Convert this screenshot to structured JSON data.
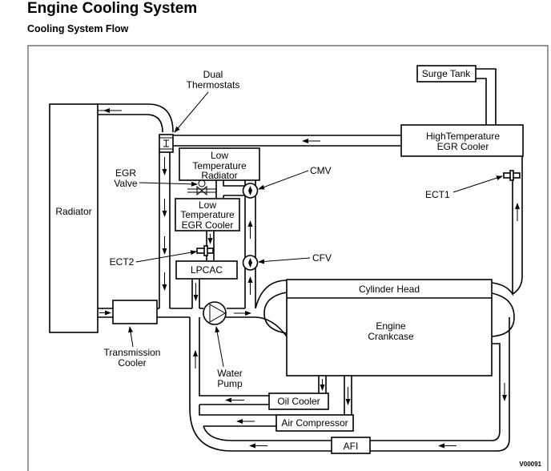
{
  "header": {
    "title": "Engine Cooling System",
    "subtitle": "Cooling System Flow"
  },
  "diagram": {
    "figure_id": "V00091",
    "components": {
      "radiator": "Radiator",
      "dual_thermostats": [
        "Dual",
        "Thermostats"
      ],
      "surge_tank": "Surge Tank",
      "ht_egr_cooler": [
        "HighTemperature",
        "EGR Cooler"
      ],
      "lt_radiator": [
        "Low",
        "Temperature",
        "Radiator"
      ],
      "lt_egr_cooler": [
        "Low",
        "Temperature",
        "EGR Cooler"
      ],
      "egr_valve": [
        "EGR",
        "Valve"
      ],
      "cmv": "CMV",
      "cfv": "CFV",
      "ect1": "ECT1",
      "ect2": "ECT2",
      "lpcac": "LPCAC",
      "cylinder_head": "Cylinder Head",
      "engine_crankcase": [
        "Engine",
        "Crankcase"
      ],
      "transmission_cooler": [
        "Transmission",
        "Cooler"
      ],
      "water_pump": [
        "Water",
        "Pump"
      ],
      "oil_cooler": "Oil Cooler",
      "air_compressor": "Air Compressor",
      "afi": "AFI"
    }
  }
}
